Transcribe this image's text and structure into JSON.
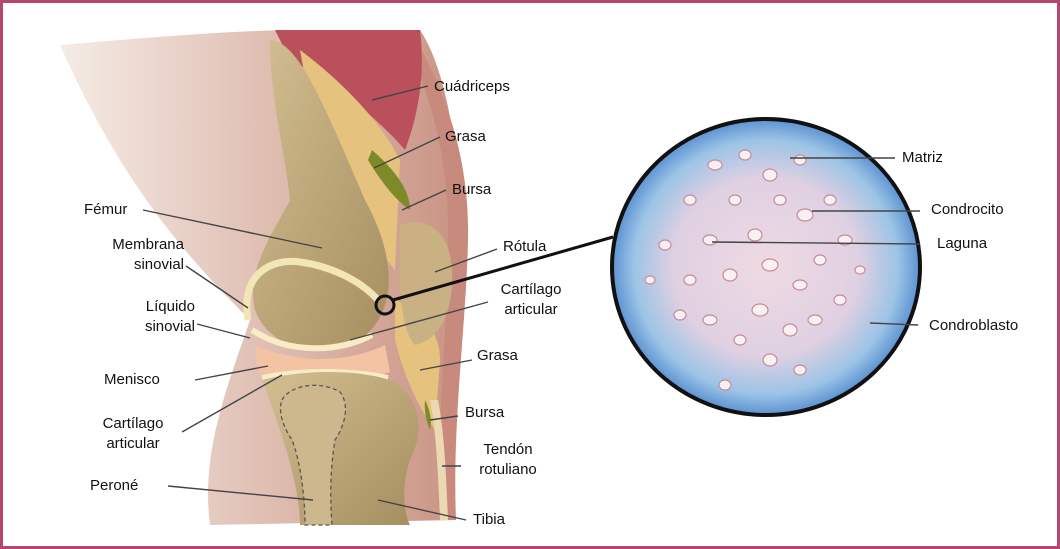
{
  "colors": {
    "frame": "#b5466e",
    "bone": "#bfa77a",
    "muscle": "#b5505a",
    "skin": "#d9b0a2",
    "fat": "#e6c47c",
    "cartilage": "#f3e6b6",
    "synovial_fluid": "#f5c6a6",
    "micro_background": "#6aa6dc",
    "micro_matrix": "#e8d2dc",
    "leader_line": "#444444"
  },
  "knee_labels": {
    "cuadriceps": "Cuádriceps",
    "grasa_top": "Grasa",
    "bursa_top": "Bursa",
    "femur": "Fémur",
    "membrana_line1": "Membrana",
    "membrana_line2": "sinovial",
    "rotula": "Rótula",
    "liquido_line1": "Líquido",
    "liquido_line2": "sinovial",
    "cartilago_right_line1": "Cartílago",
    "cartilago_right_line2": "articular",
    "menisco": "Menisco",
    "grasa_bottom": "Grasa",
    "cartilago_left_line1": "Cartílago",
    "cartilago_left_line2": "articular",
    "bursa_bottom": "Bursa",
    "tendon_line1": "Tendón",
    "tendon_line2": "rotuliano",
    "perone": "Peroné",
    "tibia": "Tibia"
  },
  "micro_labels": {
    "matriz": "Matriz",
    "condrocito": "Condrocito",
    "laguna": "Laguna",
    "condroblasto": "Condroblasto"
  }
}
